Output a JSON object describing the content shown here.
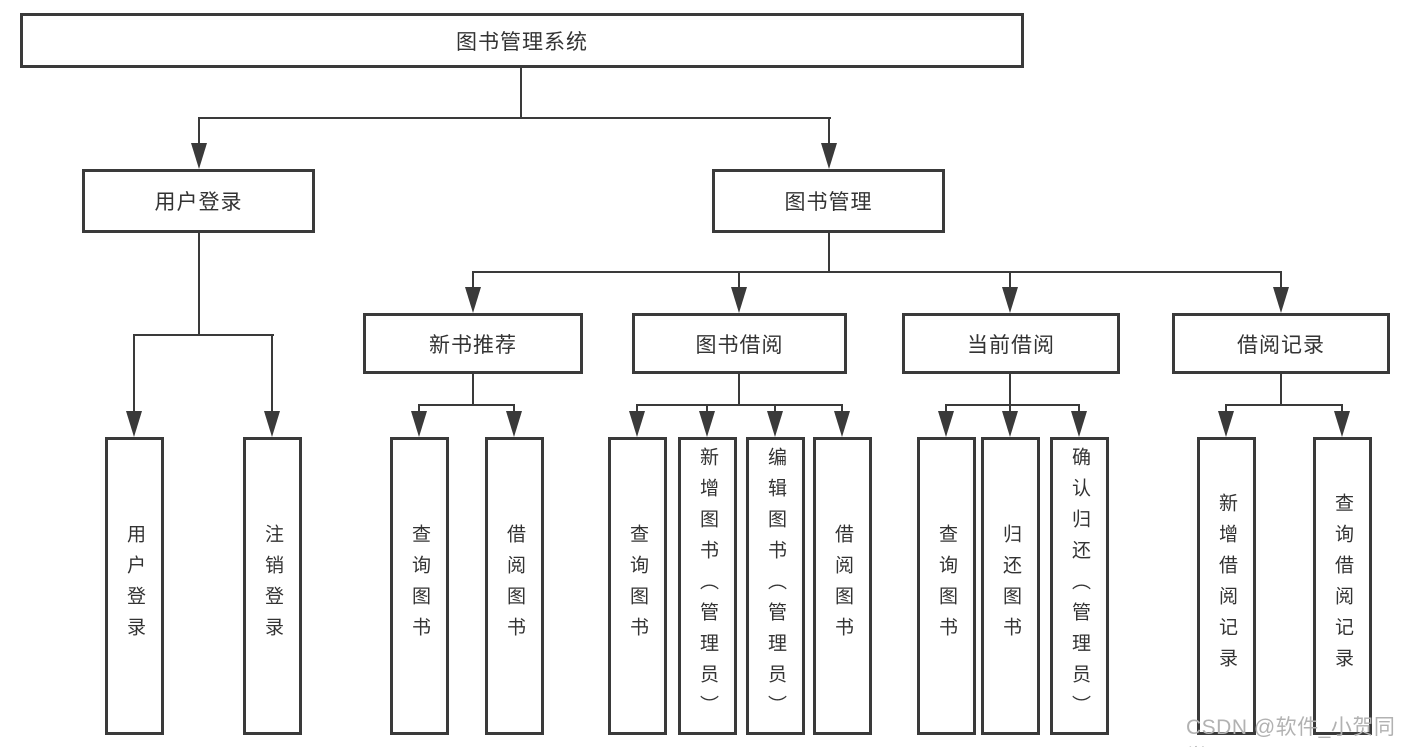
{
  "colors": {
    "line": "#3a3a3a",
    "text": "#333333",
    "watermark_gray": "#b2b2b2",
    "bg": "#ffffff"
  },
  "watermark": {
    "text": "CSDN @软件_小贺同学"
  },
  "nodes": {
    "root": {
      "label": "图书管理系统"
    },
    "userLogin": {
      "label": "用户登录"
    },
    "bookMgmt": {
      "label": "图书管理"
    },
    "newBookRec": {
      "label": "新书推荐"
    },
    "bookBorrow": {
      "label": "图书借阅"
    },
    "currentBorrow": {
      "label": "当前借阅"
    },
    "borrowRecords": {
      "label": "借阅记录"
    },
    "userLoginLeaf": {
      "label": "用户登录"
    },
    "logoutLeaf": {
      "label": "注销登录"
    },
    "queryBook1": {
      "label": "查询图书"
    },
    "borrowBook1": {
      "label": "借阅图书"
    },
    "queryBook2": {
      "label": "查询图书"
    },
    "addBook": {
      "label": "新增图书（管理员）"
    },
    "editBook": {
      "label": "编辑图书（管理员）"
    },
    "borrowBook2": {
      "label": "借阅图书"
    },
    "queryBook3": {
      "label": "查询图书"
    },
    "returnBook": {
      "label": "归还图书"
    },
    "confirmReturn": {
      "label": "确认归还（管理员）"
    },
    "addRecord": {
      "label": "新增借阅记录"
    },
    "queryRecord": {
      "label": "查询借阅记录"
    }
  }
}
